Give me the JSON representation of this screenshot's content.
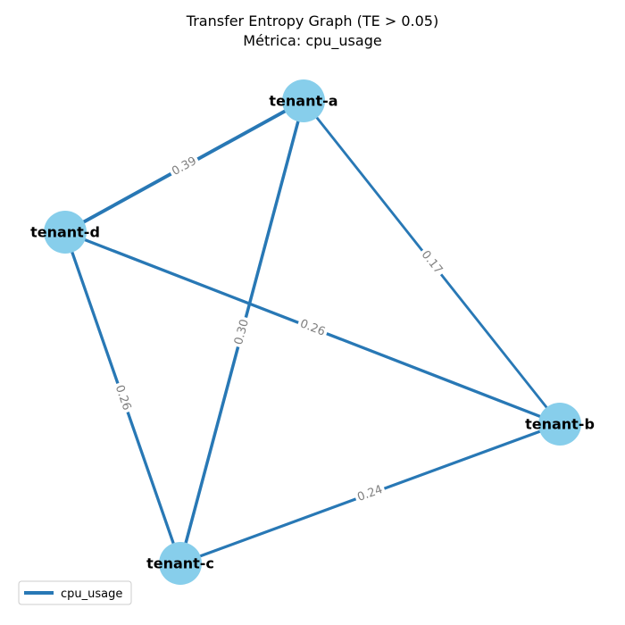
{
  "title": "Transfer Entropy Graph (TE > 0.05)",
  "subtitle": "Métrica: cpu_usage",
  "colors": {
    "edge": "#2878b5",
    "node": "#87ceeb",
    "edge_label": "#808080"
  },
  "nodes": [
    {
      "id": "tenant-a",
      "label": "tenant-a"
    },
    {
      "id": "tenant-b",
      "label": "tenant-b"
    },
    {
      "id": "tenant-c",
      "label": "tenant-c"
    },
    {
      "id": "tenant-d",
      "label": "tenant-d"
    }
  ],
  "edges": [
    {
      "source": "tenant-d",
      "target": "tenant-a",
      "weight": 0.39,
      "label": "0.39"
    },
    {
      "source": "tenant-a",
      "target": "tenant-b",
      "weight": 0.17,
      "label": "0.17"
    },
    {
      "source": "tenant-a",
      "target": "tenant-c",
      "weight": 0.3,
      "label": "0.30"
    },
    {
      "source": "tenant-d",
      "target": "tenant-b",
      "weight": 0.26,
      "label": "0.26"
    },
    {
      "source": "tenant-d",
      "target": "tenant-c",
      "weight": 0.26,
      "label": "0.26"
    },
    {
      "source": "tenant-c",
      "target": "tenant-b",
      "weight": 0.24,
      "label": "0.24"
    }
  ],
  "legend": {
    "label": "cpu_usage"
  }
}
